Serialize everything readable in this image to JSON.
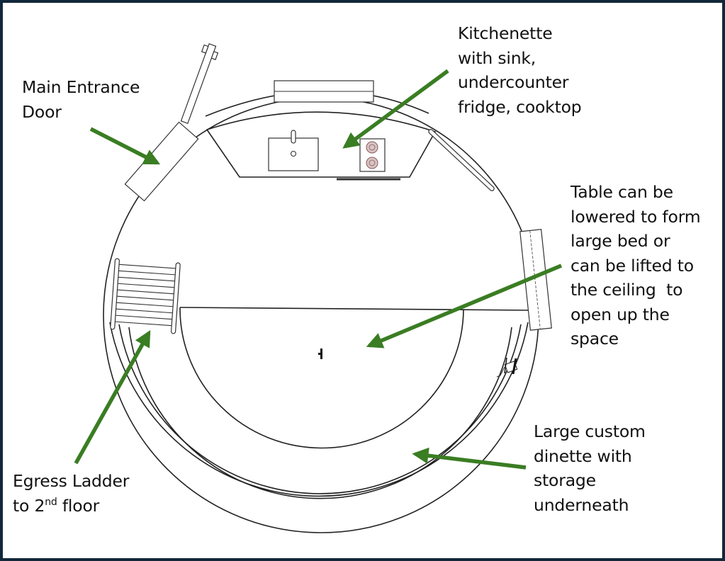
{
  "diagram": {
    "title": "Floor plan - round tiny home, first floor",
    "accent_color": "#3a7d23",
    "frame_color": "#12283a",
    "annotations": [
      {
        "id": "main-entrance",
        "lines": [
          "Main Entrance",
          "Door"
        ]
      },
      {
        "id": "kitchenette",
        "lines": [
          "Kitchenette",
          "with sink,",
          "undercounter",
          "fridge, cooktop"
        ]
      },
      {
        "id": "table",
        "lines": [
          "Table can be",
          "lowered to form",
          "large bed or",
          "can be lifted to",
          "the ceiling  to",
          "open up the",
          "space"
        ]
      },
      {
        "id": "dinette",
        "lines": [
          "Large custom",
          "dinette with",
          "storage",
          "underneath"
        ]
      },
      {
        "id": "egress-ladder",
        "lines": [
          "Egress Ladder",
          "to 2"
        ],
        "superscript": "nd",
        "suffix": " floor"
      }
    ],
    "plan_elements": {
      "icons": [
        "entrance-door",
        "kitchen-counter",
        "sink",
        "faucet",
        "cooktop",
        "window",
        "skylight-window",
        "egress-ladder",
        "dinette-bench",
        "table",
        "table-pedestal",
        "wall-crank"
      ]
    }
  }
}
